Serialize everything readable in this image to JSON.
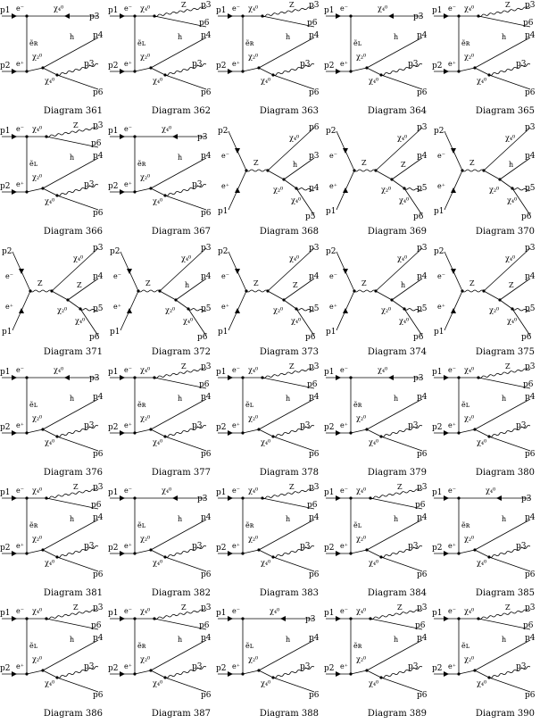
{
  "title": "",
  "diagrams": [
    {
      "caption": "Diagram 361",
      "ext": [
        "p1",
        "p2",
        "p3",
        "p4",
        "p5",
        "p6"
      ]
    },
    {
      "caption": "Diagram 362",
      "ext": [
        "p1",
        "p2",
        "p3",
        "p4",
        "p5",
        "p6"
      ]
    },
    {
      "caption": "Diagram 363",
      "ext": [
        "p1",
        "p2",
        "p3",
        "p4",
        "p5",
        "p6"
      ]
    },
    {
      "caption": "Diagram 364",
      "ext": [
        "p1",
        "p2",
        "p3",
        "p4",
        "p5",
        "p6"
      ]
    },
    {
      "caption": "Diagram 365",
      "ext": [
        "p1",
        "p2",
        "p3",
        "p4",
        "p5",
        "p6"
      ]
    },
    {
      "caption": "Diagram 366",
      "ext": [
        "p1",
        "p2",
        "p3",
        "p4",
        "p5",
        "p6"
      ]
    },
    {
      "caption": "Diagram 367",
      "ext": [
        "p1",
        "p2",
        "p3",
        "p4",
        "p5",
        "p6"
      ]
    },
    {
      "caption": "Diagram 368",
      "ext": [
        "p2",
        "p1",
        "p6",
        "p3",
        "p4",
        "p5"
      ]
    },
    {
      "caption": "Diagram 369",
      "ext": [
        "p2",
        "p1",
        "p3",
        "p4",
        "p5",
        "p6"
      ]
    },
    {
      "caption": "Diagram 370",
      "ext": [
        "p2",
        "p1",
        "p3",
        "p4",
        "p5",
        "p6"
      ]
    },
    {
      "caption": "Diagram 371",
      "ext": [
        "p2",
        "p1",
        "p3",
        "p4",
        "p5",
        "p6"
      ]
    },
    {
      "caption": "Diagram 372",
      "ext": [
        "p2",
        "p1",
        "p3",
        "p4",
        "p5",
        "p6"
      ]
    },
    {
      "caption": "Diagram 373",
      "ext": [
        "p2",
        "p1",
        "p3",
        "p4",
        "p5",
        "p6"
      ]
    },
    {
      "caption": "Diagram 374",
      "ext": [
        "p2",
        "p1",
        "p3",
        "p4",
        "p5",
        "p6"
      ]
    },
    {
      "caption": "Diagram 375",
      "ext": [
        "p2",
        "p1",
        "p3",
        "p4",
        "p5",
        "p6"
      ]
    },
    {
      "caption": "Diagram 376",
      "ext": [
        "p1",
        "p2",
        "p3",
        "p4",
        "p5",
        "p6"
      ]
    },
    {
      "caption": "Diagram 377",
      "ext": [
        "p1",
        "p2",
        "p3",
        "p4",
        "p5",
        "p6"
      ]
    },
    {
      "caption": "Diagram 378",
      "ext": [
        "p1",
        "p2",
        "p3",
        "p4",
        "p5",
        "p6"
      ]
    },
    {
      "caption": "Diagram 379",
      "ext": [
        "p1",
        "p2",
        "p3",
        "p4",
        "p5",
        "p6"
      ]
    },
    {
      "caption": "Diagram 380",
      "ext": [
        "p1",
        "p2",
        "p3",
        "p4",
        "p5",
        "p6"
      ]
    },
    {
      "caption": "Diagram 381",
      "ext": [
        "p1",
        "p2",
        "p3",
        "p4",
        "p5",
        "p6"
      ]
    },
    {
      "caption": "Diagram 382",
      "ext": [
        "p1",
        "p2",
        "p3",
        "p4",
        "p5",
        "p6"
      ]
    },
    {
      "caption": "Diagram 383",
      "ext": [
        "p1",
        "p2",
        "p3",
        "p4",
        "p5",
        "p6"
      ]
    },
    {
      "caption": "Diagram 384",
      "ext": [
        "p1",
        "p2",
        "p3",
        "p4",
        "p5",
        "p6"
      ]
    },
    {
      "caption": "Diagram 385",
      "ext": [
        "p1",
        "p2",
        "p3",
        "p4",
        "p5",
        "p6"
      ]
    },
    {
      "caption": "Diagram 386",
      "ext": [
        "p1",
        "p2",
        "p3",
        "p4",
        "p5",
        "p6"
      ]
    },
    {
      "caption": "Diagram 387",
      "ext": [
        "p1",
        "p2",
        "p3",
        "p4",
        "p5",
        "p6"
      ]
    },
    {
      "caption": "Diagram 388",
      "ext": [
        "p1",
        "p2",
        "p3",
        "p4",
        "p5",
        "p6"
      ]
    },
    {
      "caption": "Diagram 389",
      "ext": [
        "p1",
        "p2",
        "p3",
        "p4",
        "p5",
        "p6"
      ]
    },
    {
      "caption": "Diagram 390",
      "ext": [
        "p1",
        "p2",
        "p3",
        "p4",
        "p5",
        "p6"
      ]
    }
  ],
  "particles": {
    "electron": "e⁻",
    "positron": "e⁺",
    "neutralino4": "χ₄⁰",
    "neutralino2": "χ₂⁰",
    "selectron_R": "ẽʀ",
    "selectron_L": "ẽʟ",
    "z_boson": "Z",
    "higgs": "h"
  }
}
